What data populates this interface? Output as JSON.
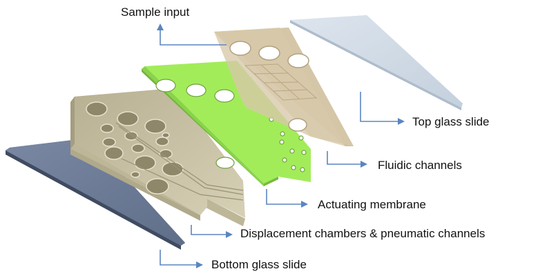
{
  "labels": {
    "sample_input": "Sample input",
    "top_glass_slide": "Top glass slide",
    "fluidic_channels": "Fluidic channels",
    "actuating_membrane": "Actuating membrane",
    "displacement_chambers": "Displacement chambers & pneumatic channels",
    "bottom_glass_slide": "Bottom glass slide"
  },
  "colors": {
    "arrow": "#5a86c0",
    "top_glass": "#c9d6e3",
    "fluidic_layer": "#d7c8a9",
    "membrane": "#a2ec5a",
    "displacement_layer": "#cfc8ac",
    "bottom_glass": "#6f7e98"
  }
}
